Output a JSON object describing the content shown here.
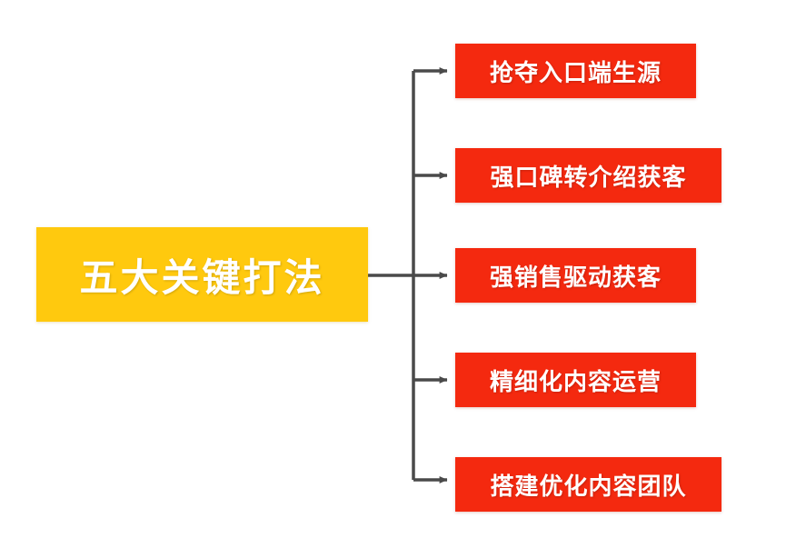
{
  "diagram": {
    "title_node": {
      "label": "五大关键打法",
      "fill": "#FFC90E",
      "text_color": "#FFFFFF"
    },
    "branch_fill": "#F4290F",
    "branch_text_color": "#FFFFFF",
    "connector_color": "#4A4A4A",
    "background": "#FFFFFF",
    "branches": [
      {
        "label": "抢夺入口端生源"
      },
      {
        "label": "强口碑转介绍获客"
      },
      {
        "label": "强销售驱动获客"
      },
      {
        "label": "精细化内容运营"
      },
      {
        "label": "搭建优化内容团队"
      }
    ]
  },
  "chart_data": {
    "type": "diagram",
    "title": "五大关键打法",
    "layout": "horizontal-tree",
    "root": "五大关键打法",
    "children": [
      "抢夺入口端生源",
      "强口碑转介绍获客",
      "强销售驱动获客",
      "精细化内容运营",
      "搭建优化内容团队"
    ]
  }
}
